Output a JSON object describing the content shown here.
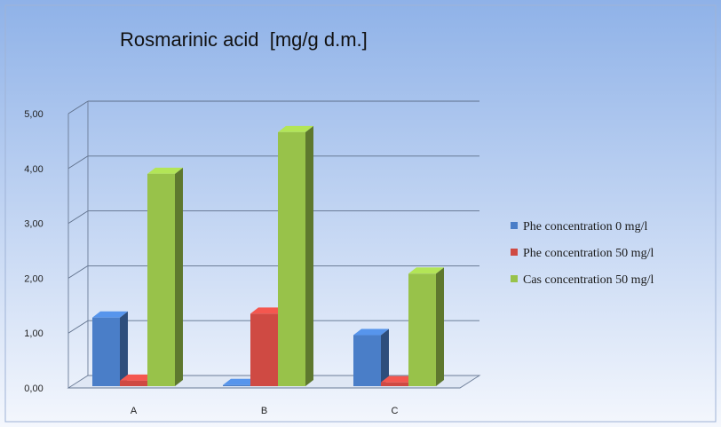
{
  "chart_data": {
    "type": "bar",
    "title": "Rosmarinic acid  [mg/g d.m.]",
    "xlabel": "",
    "ylabel": "",
    "categories": [
      "A",
      "B",
      "C"
    ],
    "ylim": [
      0,
      5
    ],
    "yticks": [
      "0,00",
      "1,00",
      "2,00",
      "3,00",
      "4,00",
      "5,00"
    ],
    "grid": true,
    "legend_position": "right",
    "series": [
      {
        "name": "Phe concentration 0 mg/l",
        "values": [
          1.25,
          0.02,
          0.93
        ],
        "color": "#4a7ec8"
      },
      {
        "name": "Phe concentration 50 mg/l",
        "values": [
          0.1,
          1.32,
          0.07
        ],
        "color": "#cf4a43"
      },
      {
        "name": "Cas concentration 50 mg/l",
        "values": [
          3.87,
          4.63,
          2.05
        ],
        "color": "#98c24a"
      }
    ]
  },
  "background": {
    "top": "#8fb2e8",
    "bottom": "#f4f7fd"
  }
}
